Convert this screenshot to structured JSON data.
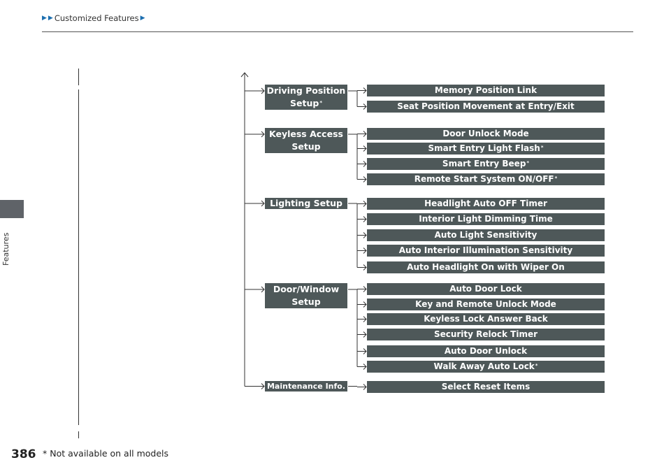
{
  "header": {
    "breadcrumb": "Customized Features"
  },
  "side_tab": {
    "label": "Features"
  },
  "page_number": "386",
  "footnote": "* Not available on all models",
  "categories": [
    {
      "label_line1": "Driving Position",
      "label_line2": "Setup",
      "starred": true,
      "items": [
        {
          "label": "Memory Position Link",
          "starred": false
        },
        {
          "label": "Seat Position Movement at Entry/Exit",
          "starred": false
        }
      ]
    },
    {
      "label_line1": "Keyless Access",
      "label_line2": "Setup",
      "starred": false,
      "items": [
        {
          "label": "Door Unlock Mode",
          "starred": false
        },
        {
          "label": "Smart Entry Light Flash",
          "starred": true
        },
        {
          "label": "Smart Entry Beep",
          "starred": true
        },
        {
          "label": "Remote Start System ON/OFF",
          "starred": true
        }
      ]
    },
    {
      "label_line1": "Lighting Setup",
      "label_line2": "",
      "starred": false,
      "items": [
        {
          "label": "Headlight Auto OFF Timer",
          "starred": false
        },
        {
          "label": "Interior Light Dimming Time",
          "starred": false
        },
        {
          "label": "Auto Light Sensitivity",
          "starred": false
        },
        {
          "label": "Auto Interior Illumination Sensitivity",
          "starred": false
        },
        {
          "label": "Auto Headlight On with Wiper On",
          "starred": false
        }
      ]
    },
    {
      "label_line1": "Door/Window",
      "label_line2": "Setup",
      "starred": false,
      "items": [
        {
          "label": "Auto Door Lock",
          "starred": false
        },
        {
          "label": "Key and Remote Unlock Mode",
          "starred": false
        },
        {
          "label": "Keyless Lock Answer Back",
          "starred": false
        },
        {
          "label": "Security Relock Timer",
          "starred": false
        },
        {
          "label": "Auto Door Unlock",
          "starred": false
        },
        {
          "label": "Walk Away Auto Lock",
          "starred": true
        }
      ]
    },
    {
      "label_line1": "Maintenance Info.",
      "label_line2": "",
      "starred": false,
      "items": [
        {
          "label": "Select Reset Items",
          "starred": false
        }
      ]
    }
  ],
  "colors": {
    "box": "#4e5859",
    "breadcrumb_arrow": "#1c6fb0",
    "side_tab": "#5f6368"
  }
}
